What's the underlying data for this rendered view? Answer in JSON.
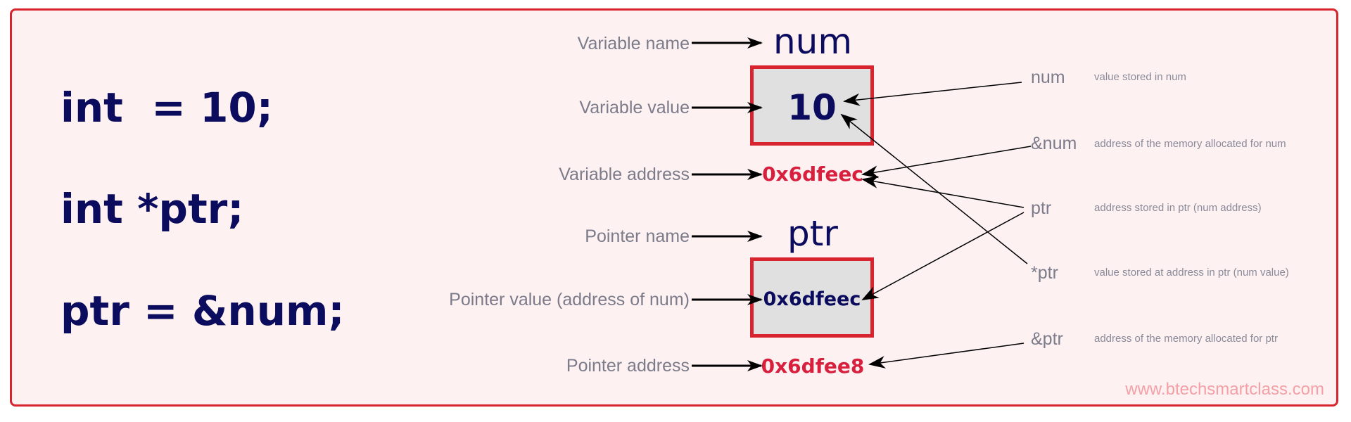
{
  "code": {
    "line1": "int  = 10;",
    "line2": "int *ptr;",
    "line3": "ptr = &num;"
  },
  "labels": {
    "variable_name": "Variable name",
    "variable_value": "Variable value",
    "variable_address": "Variable address",
    "pointer_name": "Pointer name",
    "pointer_value": "Pointer value (address of num)",
    "pointer_address": "Pointer address"
  },
  "variable": {
    "name": "num",
    "value": "10",
    "address": "0x6dfeec"
  },
  "pointer": {
    "name": "ptr",
    "value": "0x6dfeec",
    "address": "0x6dfee8"
  },
  "expressions": [
    {
      "expr": "num",
      "description": "value stored in num"
    },
    {
      "expr": "&num",
      "description": "address of the memory allocated for num"
    },
    {
      "expr": "ptr",
      "description": "address stored in ptr (num address)"
    },
    {
      "expr": "*ptr",
      "description": "value stored at address in ptr (num value)"
    },
    {
      "expr": "&ptr",
      "description": "address of the memory allocated for ptr"
    }
  ],
  "watermark": "www.btechsmartclass.com",
  "colors": {
    "frame_border": "#d8242f",
    "frame_background": "#fdf1f2",
    "code_text": "#0b0c5e",
    "address_text": "#d81f3d",
    "label_text": "#7b7b8a",
    "watermark": "#f4a0a6"
  }
}
